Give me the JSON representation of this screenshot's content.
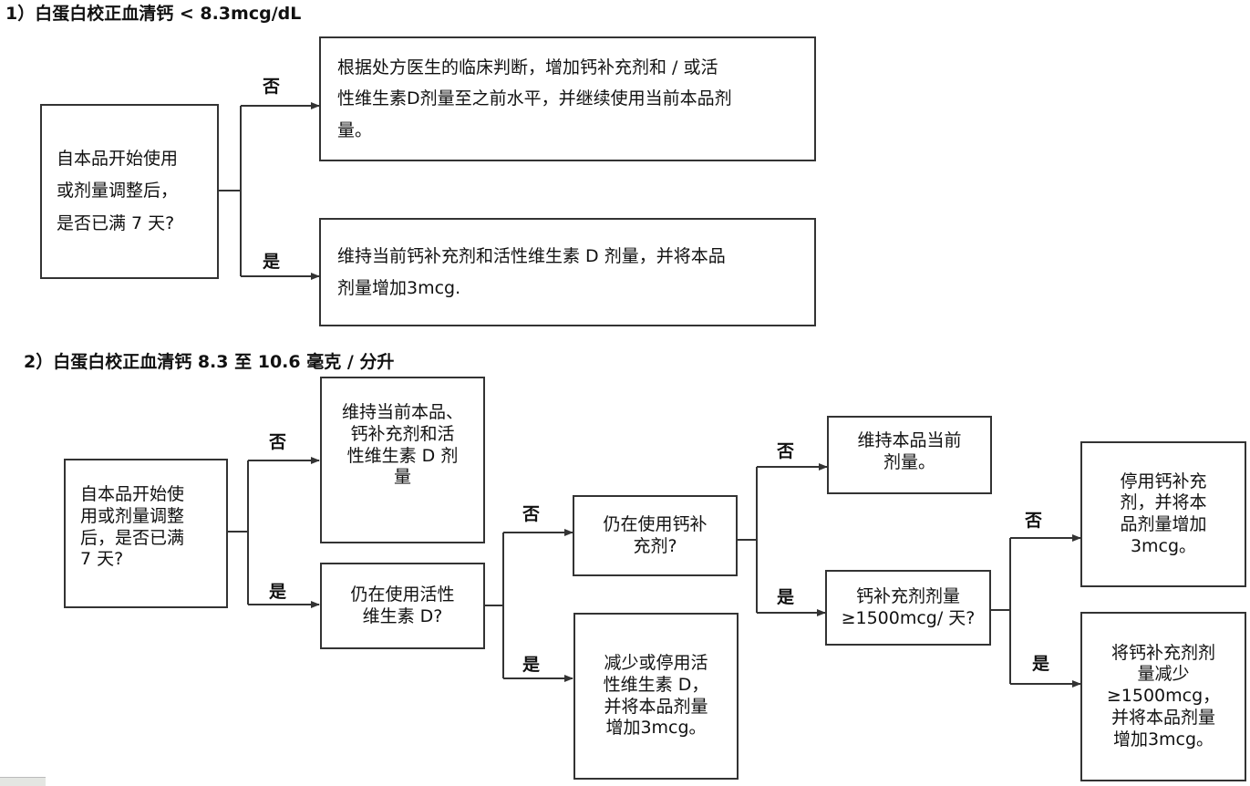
{
  "section1": {
    "heading": "1）白蛋白校正血清钙 < 8.3mcg/dL",
    "question": "自本品开始使用\n或剂量调整后，\n是否已满 7 天?",
    "no_label": "否",
    "yes_label": "是",
    "no_action": "根据处方医生的临床判断，增加钙补充剂和 / 或活\n性维生素D剂量至之前水平，并继续使用当前本品剂\n量。",
    "yes_action": "维持当前钙补充剂和活性维生素 D 剂量，并将本品\n剂量增加3mcg."
  },
  "section2": {
    "heading": "2）白蛋白校正血清钙 8.3 至 10.6 毫克 / 分升",
    "q1": "自本品开始使\n用或剂量调整\n后，是否已满\n7 天?",
    "q1_no_action": "维持当前本品、\n钙补充剂和活\n性维生素 D 剂\n量",
    "q2": "仍在使用活性\n维生素 D?",
    "q2_yes_action": "减少或停用活\n性维生素 D，\n并将本品剂量\n增加3mcg。",
    "q3": "仍在使用钙补\n充剂?",
    "q3_no_action": "维持本品当前\n剂量。",
    "q4": "钙补充剂剂量\n≥1500mcg/ 天?",
    "q4_no_action": "停用钙补充\n剂，并将本\n品剂量增加\n3mcg。",
    "q4_yes_action": "将钙补充剂剂\n量减少\n≥1500mcg，\n并将本品剂量\n增加3mcg。",
    "no_label": "否",
    "yes_label": "是"
  },
  "colors": {
    "line": "#333333",
    "text": "#111111",
    "background": "#ffffff"
  }
}
